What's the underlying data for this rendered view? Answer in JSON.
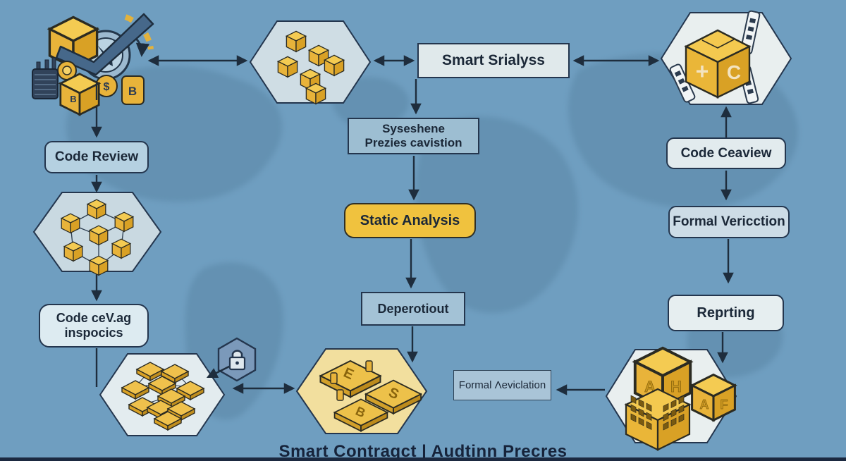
{
  "title": "Smart Contraqct | Audtinn Precres",
  "colors": {
    "background": "#6F9EC0",
    "map_land": "#54809F",
    "arrow_navy": "#1E2D3D",
    "accent_yellow": "#F0C23E",
    "cube_yellow": "#E8B33A",
    "hexagon_light": "#D8E3E8",
    "hexagon_yellow": "#F2DF9E",
    "lock_hexagon": "#7B99BA",
    "box_blue": "#A3C2D6",
    "box_light": "#E2EBEE",
    "text_navy": "#1B2838"
  },
  "nodes": {
    "smart_analysis": {
      "label": "Smart Srialyss"
    },
    "systematic_review": {
      "line1": "Syseshene",
      "line2": "Prezies cavistion"
    },
    "static_analysis": {
      "label": "Static Analysis"
    },
    "deployment": {
      "label": "Deperotiout"
    },
    "code_review": {
      "label": "Code Review"
    },
    "code_inspection": {
      "line1": "Code ceV.ag",
      "line2": "inspocics"
    },
    "code_ceaview": {
      "label": "Code Ceaview"
    },
    "formal_verification": {
      "label": "Formal Vericction"
    },
    "reporting": {
      "label": "Reprting"
    },
    "formal_neviclation": {
      "label": "Formal Λeviclation"
    }
  },
  "glyphs": {
    "cube_b": "B",
    "badge_b": "B",
    "coin_dollar": "$",
    "box_plus": "+",
    "box_c": "C",
    "plate_e": "E",
    "plate_s": "S",
    "plate_b": "B",
    "building_a": "A",
    "building_h": "H",
    "small_cube_a": "A",
    "small_cube_f": "F"
  }
}
